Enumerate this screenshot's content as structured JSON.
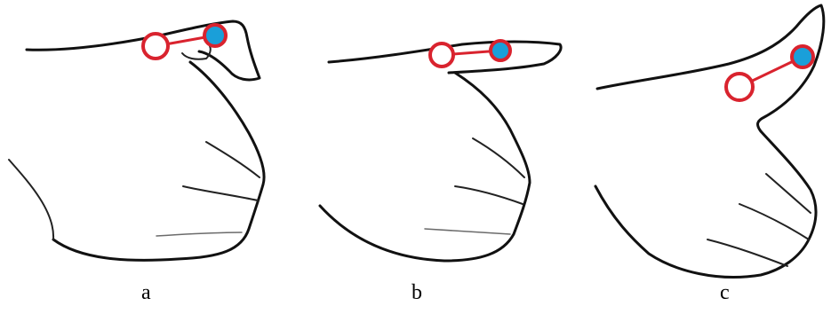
{
  "panels": [
    {
      "label": "a"
    },
    {
      "label": "b"
    },
    {
      "label": "c"
    }
  ],
  "colors": {
    "outline": "#111111",
    "connector": "#d9232e",
    "open_marker_stroke": "#d9232e",
    "open_marker_fill": "#ffffff",
    "filled_marker_fill": "#1a9fd9",
    "filled_marker_stroke": "#d9232e"
  }
}
